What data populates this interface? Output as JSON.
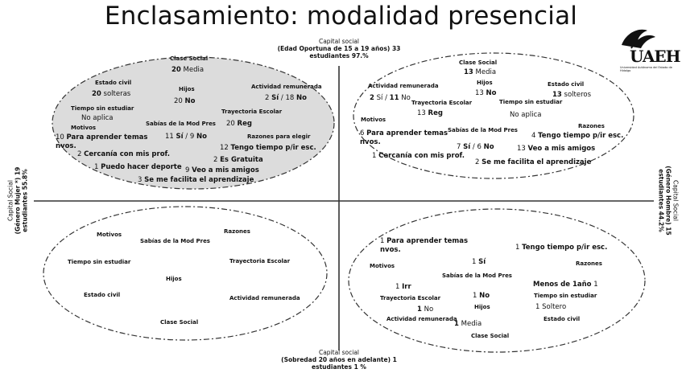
{
  "title": "Enclasamiento: modalidad presencial",
  "axes": {
    "top": {
      "l1": "Capital social",
      "l2": "(Edad Oportuna de 15 a 19 años) 33",
      "l3": "estudiantes 97.%"
    },
    "bottom": {
      "l1": "Capital social",
      "l2": "(Sobredad 20 años en adelante) 1",
      "l3": "estudiantes 1 %"
    },
    "left": {
      "l1": "Capital Social",
      "l2": "(Género Mujer *) 19",
      "l3": "estudiantes 55.8%"
    },
    "right": {
      "l1": "Capital Social",
      "l2": "(Género Hombre) 15",
      "l3": "estudiantes 44.2%"
    }
  },
  "logo": {
    "text": "UAEH",
    "subtitle": "Universidad Autónoma del Estado de Hidalgo"
  },
  "q1": {
    "clase_social": "Clase Social",
    "clase_num": "20",
    "clase_val": "Media",
    "hijos": "Hijos",
    "hijos_num": "20",
    "hijos_val": "No",
    "estado_civil": "Estado civil",
    "ec_num": "20",
    "ec_val": "solteras",
    "actividad": "Actividad remunerada",
    "act_n1": "2",
    "act_v1": "Sí",
    "act_n2": "18",
    "act_v2": "No",
    "tiempo": "Tiempo sin estudiar",
    "tiempo_val": "No aplica",
    "trayectoria": "Trayectoria Escolar",
    "tray_num": "20",
    "tray_val": "Reg",
    "sabias": "Sabías de la Mod Pres",
    "sab_n1": "11",
    "sab_v1": "Sí",
    "sab_n2": "9",
    "sab_v2": "No",
    "razones": "Razones para elegir",
    "motivos": "Motivos",
    "mot1_n": "10",
    "mot1_v": "Para aprender temas",
    "mot1_v2": "nvos.",
    "mot2_n": "2",
    "mot2_v": "Cercanía con mis prof.",
    "mot3_n": "1",
    "mot3_v": "Puedo hacer deporte",
    "raz1_n": "12",
    "raz1_v": "Tengo tiempo p/ir esc.",
    "raz2_n": "2",
    "raz2_v": "Es Gratuita",
    "raz3_n": "9",
    "raz3_v": "Veo a mis amigos",
    "raz4_n": "3",
    "raz4_v": "Se me facilita el aprendizaje"
  },
  "q2": {
    "clase_social": "Clase Social",
    "clase_num": "13",
    "clase_val": "Media",
    "hijos": "Hijos",
    "hijos_num": "13",
    "hijos_val": "No",
    "estado_civil": "Estado civil",
    "ec_num": "13",
    "ec_val": "solteros",
    "actividad": "Actividad remunerada",
    "act_n1": "2",
    "act_v1": "Sí",
    "act_n2": "11",
    "act_v2": "No",
    "trayectoria": "Trayectoria Escolar",
    "tray_num": "13",
    "tray_val": "Reg",
    "tiempo": "Tiempo sin estudiar",
    "tiempo_val": "No aplica",
    "motivos": "Motivos",
    "sabias": "Sabías de la Mod Pres",
    "sab_n1": "7",
    "sab_v1": "Sí",
    "sab_n2": "6",
    "sab_v2": "No",
    "razones": "Razones",
    "mot1_n": "6",
    "mot1_v": "Para aprender temas",
    "mot1_v2": "nvos.",
    "mot2_n": "1",
    "mot2_v": "Cercanía con mis prof.",
    "raz1_n": "4",
    "raz1_v": "Tengo tiempo p/ir esc.",
    "raz2_n": "13",
    "raz2_v": "Veo a mis amigos",
    "raz3_n": "2",
    "raz3_v": "Se me facilita el aprendizaje"
  },
  "q3": {
    "motivos": "Motivos",
    "sabias": "Sabías de la Mod Pres",
    "razones": "Razones",
    "tiempo": "Tiempo sin estudiar",
    "trayectoria": "Trayectoria Escolar",
    "hijos": "Hijos",
    "estado_civil": "Estado civil",
    "actividad": "Actividad remunerada",
    "clase_social": "Clase Social"
  },
  "q4": {
    "mot1_n": "1",
    "mot1_v": "Para aprender temas",
    "mot1_v2": "nvos.",
    "raz1_n": "1",
    "raz1_v": "Tengo tiempo p/ir esc.",
    "motivos": "Motivos",
    "razones": "Razones",
    "sab_n": "1",
    "sab_v": "Sí",
    "sabias": "Sabías de la Mod Pres",
    "tray_n": "1",
    "tray_v": "Irr",
    "trayectoria": "Trayectoria Escolar",
    "hijos_n": "1",
    "hijos_v": "No",
    "hijos": "Hijos",
    "tiempo_v": "Menos de 1año",
    "tiempo_n": "1",
    "tiempo": "Tiempo sin estudiar",
    "act_n": "1",
    "act_v": "No",
    "actividad": "Actividad remunerada",
    "ec_n": "1",
    "ec_v": "Soltero",
    "estado_civil": "Estado civil",
    "clase_n": "1",
    "clase_v": "Media",
    "clase_social": "Clase Social"
  }
}
